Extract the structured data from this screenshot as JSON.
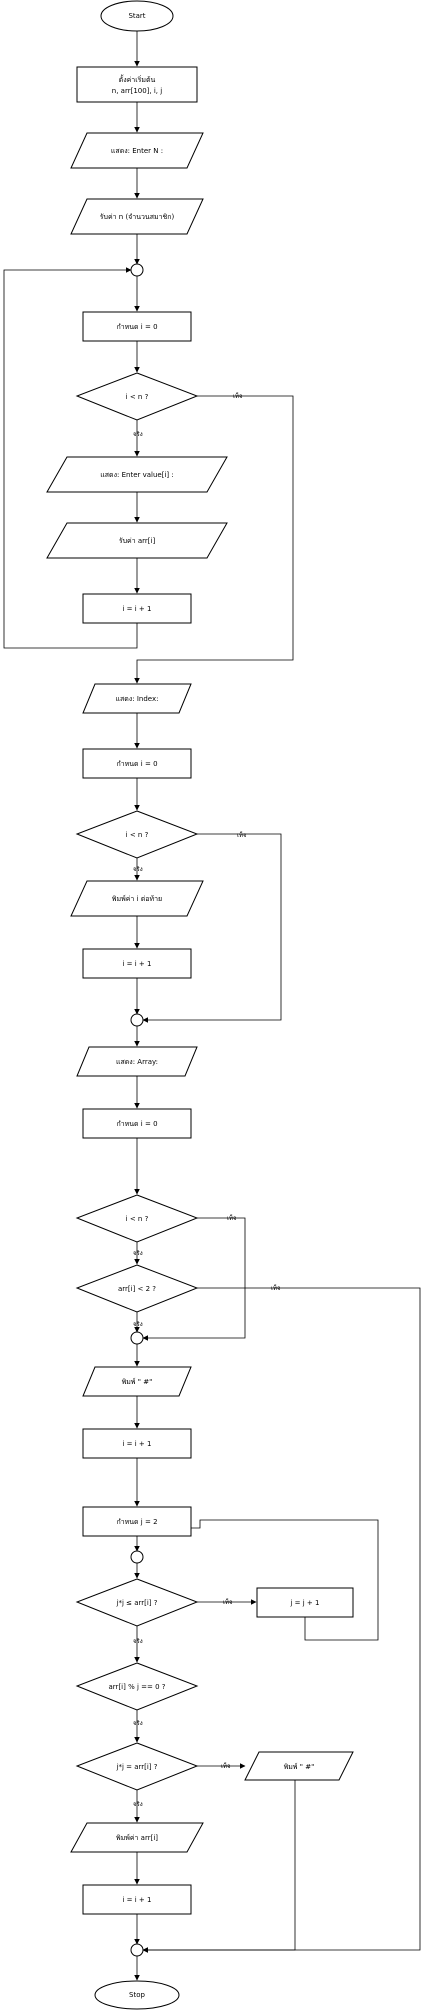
{
  "nodes": {
    "start": "Start",
    "declare": [
      "ตั้งค่าเริ่มต้น",
      "n, arr[100], i, j"
    ],
    "show_enter_n": "แสดง: Enter N :",
    "read_n": "รับค่า n (จำนวนสมาชิก)",
    "init_i_1": "กำหนด i = 0",
    "cond_i_lt_n_1": "i < n ?",
    "show_enter_value": "แสดง: Enter value[i] :",
    "read_arr": "รับค่า arr[i]",
    "inc_i_1": "i = i + 1",
    "show_index": "แสดง: Index:",
    "init_i_2": "กำหนด i = 0",
    "cond_i_lt_n_2": "i < n ?",
    "print_index": "พิมพ์ค่า i ต่อท้าย",
    "inc_i_2": "i = i + 1",
    "show_array": "แสดง: Array:",
    "init_i_3": "กำหนด i = 0",
    "cond_i_lt_n_3": "i < n ?",
    "cond_arr_lt_2": "arr[i] < 2 ?",
    "print_hash_1": "พิมพ์ \" #\"",
    "inc_i_3": "i = i + 1",
    "init_j": "กำหนด j = 2",
    "cond_j_le_arr": "j*j ≤ arr[i] ?",
    "inc_j": "j = j + 1",
    "cond_mod": "arr[i] % j == 0 ?",
    "cond_jj_eq_arr": "j*j = arr[i] ?",
    "print_hash_2": "พิมพ์ \" #\"",
    "print_arr": "พิมพ์ค่า arr[i]",
    "inc_i_4": "i = i + 1",
    "stop": "Stop"
  },
  "edge_labels": {
    "yes": "จริง",
    "no": "เท็จ"
  }
}
